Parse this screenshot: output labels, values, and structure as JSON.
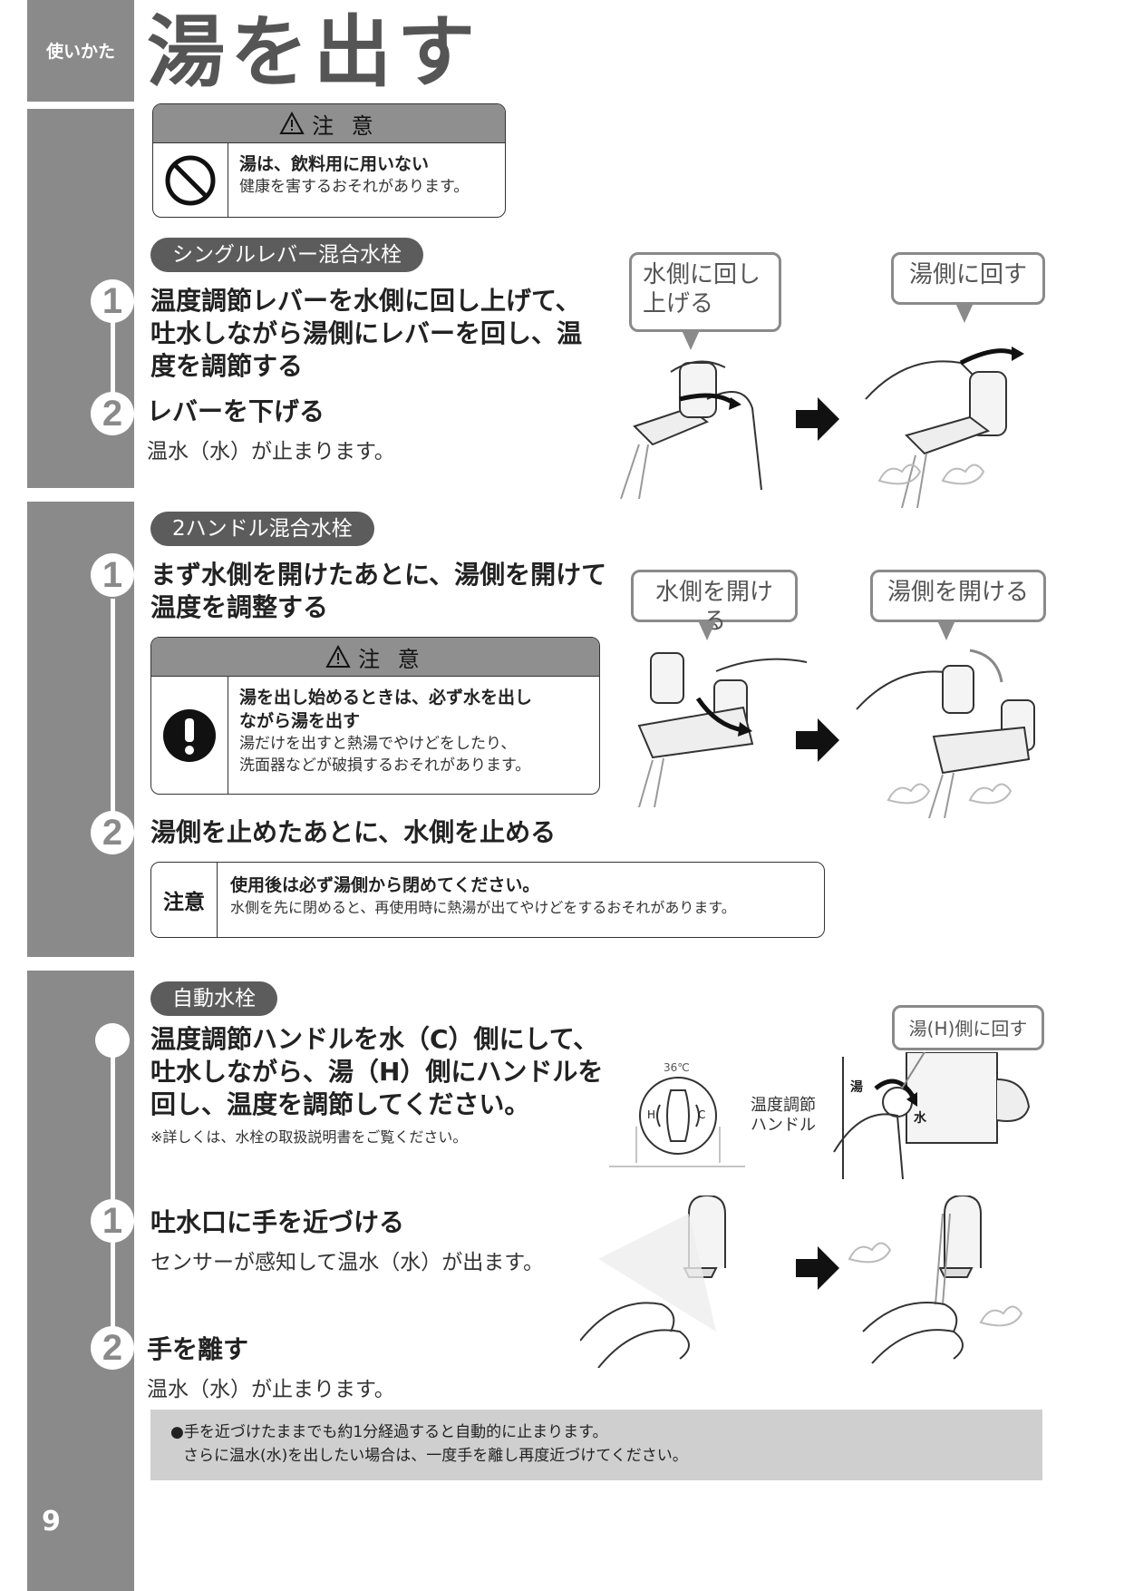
{
  "header": {
    "section_label": "使いかた",
    "title": "湯を出す",
    "page_number": "9"
  },
  "caution_1": {
    "heading": "注 意",
    "main": "湯は、飲料用に用いない",
    "sub": "健康を害するおそれがあります。"
  },
  "single_lever": {
    "pill": "シングルレバー混合水栓",
    "step1_num": "1",
    "step1_line1": "温度調節レバーを水側に回し上げて、",
    "step1_line2": "吐水しながら湯側にレバーを回し、温",
    "step1_line3": "度を調節する",
    "step2_num": "2",
    "step2": "レバーを下げる",
    "step2_sub": "温水（水）が止まります。",
    "bubble_left_line1": "水側に回し",
    "bubble_left_line2": "上げる",
    "bubble_right": "湯側に回す"
  },
  "two_handle": {
    "pill": "2ハンドル混合水栓",
    "step1_num": "1",
    "step1_line1": "まず水側を開けたあとに、湯側を開けて",
    "step1_line2": "温度を調整する",
    "bubble_left": "水側を開ける",
    "bubble_right": "湯側を開ける",
    "caution": {
      "heading": "注 意",
      "main_line1": "湯を出し始めるときは、必ず水を出し",
      "main_line2": "ながら湯を出す",
      "sub_line1": "湯だけを出すと熱湯でやけどをしたり、",
      "sub_line2": "洗面器などが破損するおそれがあります。"
    },
    "step2_num": "2",
    "step2": "湯側を止めたあとに、水側を止める",
    "note": {
      "label": "注意",
      "main": "使用後は必ず湯側から閉めてください。",
      "sub": "水側を先に閉めると、再使用時に熱湯が出てやけどをするおそれがあります。"
    }
  },
  "auto_faucet": {
    "pill": "自動水栓",
    "intro_line1": "温度調節ハンドルを水（C）側にして、",
    "intro_line2": "吐水しながら、湯（H）側にハンドルを",
    "intro_line3": "回し、温度を調節してください。",
    "intro_note": "※詳しくは、水栓の取扱説明書をご覧ください。",
    "dial_temp": "36℃",
    "dial_h": "H",
    "dial_c": "C",
    "handle_label_line1": "温度調節",
    "handle_label_line2": "ハンドル",
    "bubble": "湯(H)側に回す",
    "side_hot": "湯",
    "side_cold": "水",
    "step1_num": "1",
    "step1": "吐水口に手を近づける",
    "step1_sub": "センサーが感知して温水（水）が出ます。",
    "step2_num": "2",
    "step2": "手を離す",
    "step2_sub": "温水（水）が止まります。",
    "info_line1": "●手を近づけたままでも約1分経過すると自動的に止まります。",
    "info_line2": "さらに温水(水)を出したい場合は、一度手を離し再度近づけてください。"
  }
}
